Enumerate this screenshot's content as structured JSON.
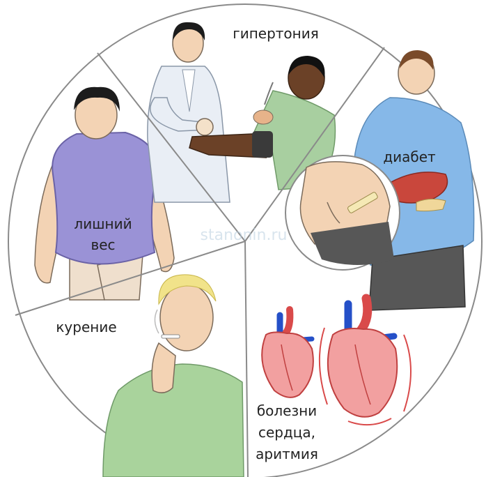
{
  "diagram": {
    "segments": [
      {
        "id": "hypertension",
        "label": "гипертония"
      },
      {
        "id": "diabetes",
        "label": "диабет"
      },
      {
        "id": "heart",
        "label_lines": [
          "болезни",
          "сердца,",
          "аритмия"
        ]
      },
      {
        "id": "smoking",
        "label": "курение"
      },
      {
        "id": "overweight",
        "label_lines": [
          "лишний",
          "вес"
        ]
      }
    ],
    "watermark": "stanonin.ru",
    "colors": {
      "outline": "#8a8a8a",
      "doctor_coat": "#e9eef5",
      "patient_shirt": "#a8cfa0",
      "overweight_shirt": "#9a92d6",
      "diabetes_shirt": "#86b8e8",
      "smoker_shirt": "#a9d39c",
      "heart_red": "#d94a4a",
      "heart_pink": "#f2a0a0",
      "vessel_blue": "#2550c8",
      "skin": "#f3d3b4",
      "dark_skin": "#6b4127"
    }
  }
}
